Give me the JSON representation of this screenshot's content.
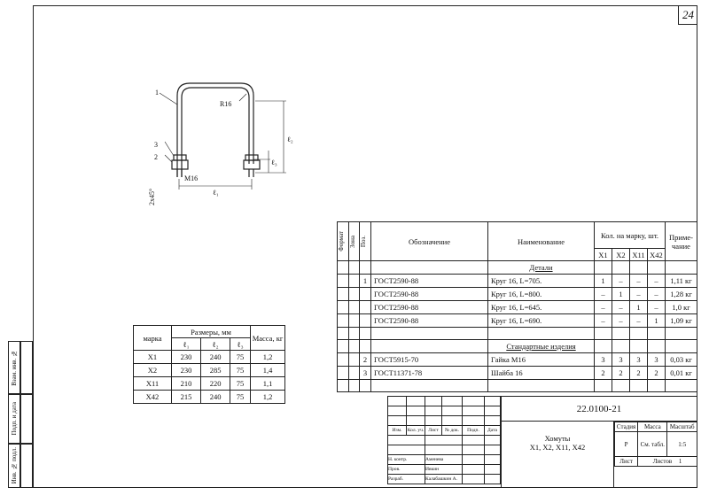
{
  "page_number": "24",
  "drawing": {
    "labels": {
      "m16": "M16",
      "r16": "R16",
      "chamfer": "2x45°",
      "l1": "ℓ₁",
      "l2": "ℓ₂",
      "l3": "ℓ₃",
      "callout_1": "1",
      "callout_2": "2",
      "callout_3": "3"
    }
  },
  "size_table": {
    "headers": {
      "mark": "марка",
      "sizes": "Размеры, мм",
      "mass": "Масса, кг",
      "l1": "ℓ₁",
      "l2": "ℓ₂",
      "l3": "ℓ₃"
    },
    "rows": [
      {
        "mark": "X1",
        "l1": "230",
        "l2": "240",
        "l3": "75",
        "mass": "1,2"
      },
      {
        "mark": "X2",
        "l1": "230",
        "l2": "285",
        "l3": "75",
        "mass": "1,4"
      },
      {
        "mark": "X11",
        "l1": "210",
        "l2": "220",
        "l3": "75",
        "mass": "1,1"
      },
      {
        "mark": "X42",
        "l1": "215",
        "l2": "240",
        "l3": "75",
        "mass": "1,2"
      }
    ]
  },
  "spec_table": {
    "headers": {
      "format": "Формат",
      "zone": "Зона",
      "pos": "Поз.",
      "designation": "Обозначение",
      "name": "Наименование",
      "qty": "Кол. на марку, шт.",
      "note": "Приме-чание",
      "marks": [
        "X1",
        "X2",
        "X11",
        "X42"
      ]
    },
    "section_details": "Детали",
    "details": [
      {
        "pos": "1",
        "designation": "ГОСТ2590-88",
        "name": "Круг 16, L=705.",
        "qty": [
          "1",
          "–",
          "–",
          "–"
        ],
        "note": "1,11 кг"
      },
      {
        "pos": "",
        "designation": "ГОСТ2590-88",
        "name": "Круг 16, L=800.",
        "qty": [
          "–",
          "1",
          "–",
          "–"
        ],
        "note": "1,28 кг"
      },
      {
        "pos": "",
        "designation": "ГОСТ2590-88",
        "name": "Круг 16, L=645.",
        "qty": [
          "–",
          "–",
          "1",
          "–"
        ],
        "note": "1,0 кг"
      },
      {
        "pos": "",
        "designation": "ГОСТ2590-88",
        "name": "Круг 16, L=690.",
        "qty": [
          "–",
          "–",
          "–",
          "1"
        ],
        "note": "1,09 кг"
      }
    ],
    "section_standard": "Стандартные изделия",
    "standard": [
      {
        "pos": "2",
        "designation": "ГОСТ5915-70",
        "name": "Гайка М16",
        "qty": [
          "3",
          "3",
          "3",
          "3"
        ],
        "note": "0,03 кг"
      },
      {
        "pos": "3",
        "designation": "ГОСТ11371-78",
        "name": "Шайба 16",
        "qty": [
          "2",
          "2",
          "2",
          "2"
        ],
        "note": "0,01 кг"
      }
    ]
  },
  "title_block": {
    "doc_number": "22.0100-21",
    "title_line1": "Хомуты",
    "title_line2": "X1, X2, X11, X42",
    "col_headers": [
      "Изм.",
      "Кол. уч.",
      "Лист",
      "№ док.",
      "Подп.",
      "Дата"
    ],
    "stage_label": "Стадия",
    "mass_label": "Масса",
    "scale_label": "Масштаб",
    "stage": "Р",
    "mass": "См. табл.",
    "scale": "1:5",
    "sheet_label": "Лист",
    "sheets_label": "Листов",
    "sheets": "1",
    "signers": [
      {
        "role": "Н. контр.",
        "name": "Аменева"
      },
      {
        "role": "Пров.",
        "name": "Ивкин"
      },
      {
        "role": "Разраб.",
        "name": "Калабашкин А."
      }
    ]
  },
  "sidebar": [
    "Инв. № подл.",
    "Подп. и дата",
    "Взам. инв. №"
  ]
}
